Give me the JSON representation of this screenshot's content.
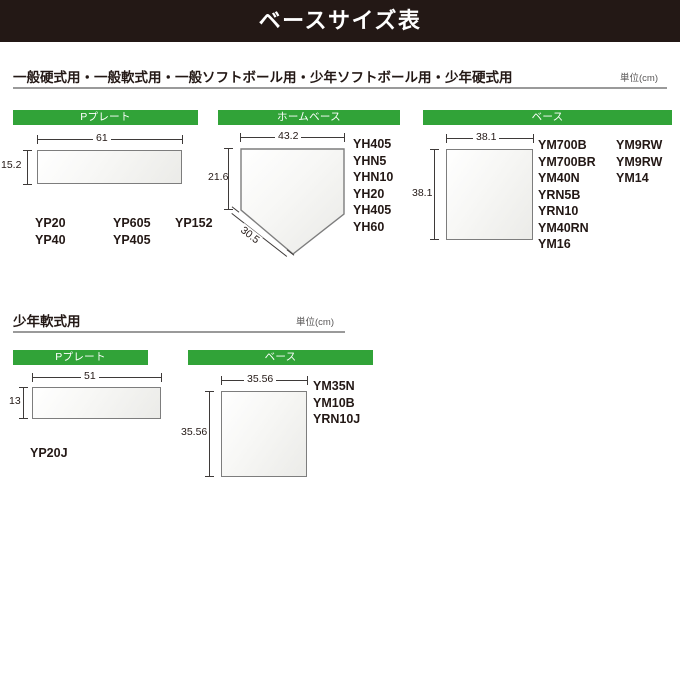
{
  "header": {
    "title": "ベースサイズ表"
  },
  "sections": [
    {
      "id": "general",
      "label": "一般硬式用・一般軟式用・一般ソフトボール用・少年ソフトボール用・少年硬式用",
      "unit": "単位(cm)",
      "cards": [
        {
          "id": "p-plate",
          "title": "Pプレート",
          "shape": "rect",
          "width_label": "61",
          "height_label": "15.2",
          "code_rows": [
            [
              "YP20",
              "YP605",
              "YP152"
            ],
            [
              "YP40",
              "YP405"
            ]
          ]
        },
        {
          "id": "home-base",
          "title": "ホームベース",
          "shape": "home-plate",
          "width_label": "43.2",
          "height_label": "21.6",
          "diagonal_label": "30.5",
          "code_columns": [
            [
              "YH405",
              "YHN5",
              "YHN10",
              "YH20",
              "YH405",
              "YH60"
            ]
          ]
        },
        {
          "id": "base",
          "title": "ベース",
          "shape": "square",
          "width_label": "38.1",
          "height_label": "38.1",
          "code_columns": [
            [
              "YM700B",
              "YM700BR",
              "YM40N",
              "YRN5B",
              "YRN10",
              "YM40RN",
              "YM16"
            ],
            [
              "YM9RW",
              "YM9RW",
              "YM14"
            ]
          ]
        }
      ]
    },
    {
      "id": "youth-rubber",
      "label": "少年軟式用",
      "unit": "単位(cm)",
      "cards": [
        {
          "id": "p-plate-j",
          "title": "Pプレート",
          "shape": "rect",
          "width_label": "51",
          "height_label": "13",
          "code_rows": [
            [
              "YP20J"
            ]
          ]
        },
        {
          "id": "base-j",
          "title": "ベース",
          "shape": "square",
          "width_label": "35.56",
          "height_label": "35.56",
          "code_columns": [
            [
              "YM35N",
              "YM10B",
              "YRN10J"
            ]
          ]
        }
      ]
    }
  ],
  "colors": {
    "header_bg": "#231815",
    "card_bar": "#31a338",
    "shape_stroke": "#7d7d7d",
    "rule": "#9a9a9a",
    "text": "#231815"
  }
}
